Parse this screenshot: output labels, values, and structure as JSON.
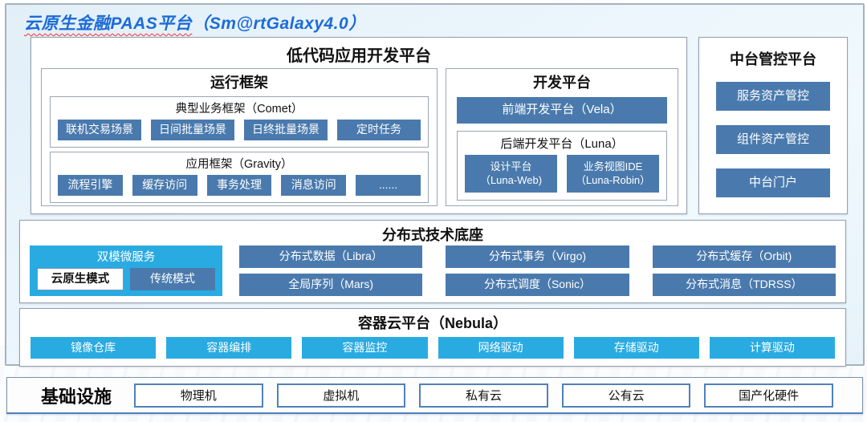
{
  "title": {
    "main": "云原生金融PAAS平台",
    "suffix": "（Sm@rtGalaxy4.0）"
  },
  "colors": {
    "steel_blue": "#4a7aad",
    "cyan": "#29abe2",
    "title_blue": "#1c6bd8",
    "infra_border": "#4f81bd"
  },
  "lowcode": {
    "title": "低代码应用开发平台",
    "runtime": {
      "title": "运行框架",
      "comet": {
        "title": "典型业务框架（Comet）",
        "items": [
          "联机交易场景",
          "日间批量场景",
          "日终批量场景",
          "定时任务"
        ]
      },
      "gravity": {
        "title": "应用框架（Gravity）",
        "items": [
          "流程引擎",
          "缓存访问",
          "事务处理",
          "消息访问",
          "......"
        ]
      }
    },
    "dev": {
      "title": "开发平台",
      "vela": "前端开发平台（Vela）",
      "luna": {
        "title": "后端开发平台（Luna）",
        "items": [
          {
            "line1": "设计平台",
            "line2": "（Luna-Web)"
          },
          {
            "line1": "业务视图IDE",
            "line2": "（Luna-Robin）"
          }
        ]
      }
    }
  },
  "middle_platform": {
    "title": "中台管控平台",
    "items": [
      "服务资产管控",
      "组件资产管控",
      "中台门户"
    ]
  },
  "distributed": {
    "title": "分布式技术底座",
    "dual_mode": {
      "title": "双模微服务",
      "cloud_native": "云原生模式",
      "traditional": "传统模式"
    },
    "items": [
      "分布式数据（Libra）",
      "分布式事务（Virgo)",
      "分布式缓存（Orbit)",
      "全局序列（Mars)",
      "分布式调度（Sonic）",
      "分布式消息（TDRSS）"
    ]
  },
  "container": {
    "title": "容器云平台（Nebula）",
    "items": [
      "镜像仓库",
      "容器编排",
      "容器监控",
      "网络驱动",
      "存储驱动",
      "计算驱动"
    ]
  },
  "infrastructure": {
    "title": "基础设施",
    "items": [
      "物理机",
      "虚拟机",
      "私有云",
      "公有云",
      "国产化硬件"
    ]
  }
}
